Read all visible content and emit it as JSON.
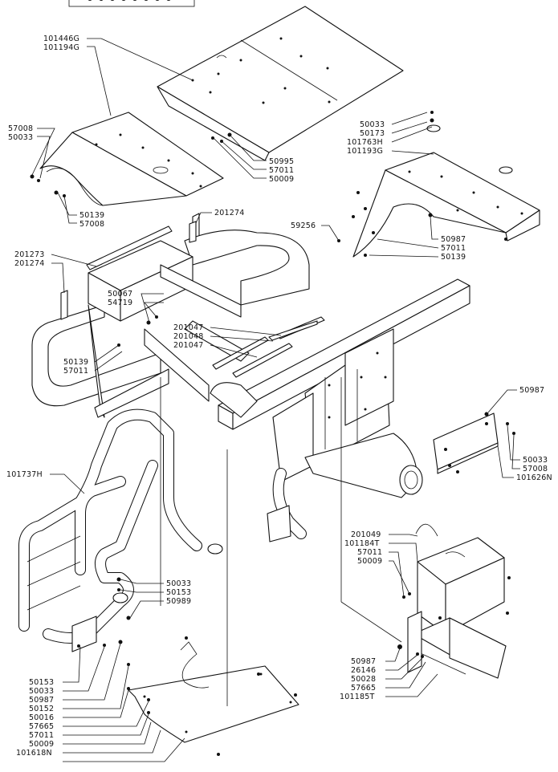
{
  "callouts": [
    {
      "id": "c01",
      "text": "101446G"
    },
    {
      "id": "c02",
      "text": "101194G"
    },
    {
      "id": "c03",
      "text": "57008"
    },
    {
      "id": "c04",
      "text": "50033"
    },
    {
      "id": "c05",
      "text": "50995"
    },
    {
      "id": "c06",
      "text": "57011"
    },
    {
      "id": "c07",
      "text": "50009"
    },
    {
      "id": "c08",
      "text": "50139"
    },
    {
      "id": "c09",
      "text": "57008"
    },
    {
      "id": "c10",
      "text": "201274"
    },
    {
      "id": "c11",
      "text": "50033"
    },
    {
      "id": "c12",
      "text": "50173"
    },
    {
      "id": "c13",
      "text": "101763H"
    },
    {
      "id": "c14",
      "text": "101193G"
    },
    {
      "id": "c15",
      "text": "59256"
    },
    {
      "id": "c16",
      "text": "50987"
    },
    {
      "id": "c17",
      "text": "57011"
    },
    {
      "id": "c18",
      "text": "50139"
    },
    {
      "id": "c19",
      "text": "201273"
    },
    {
      "id": "c20",
      "text": "201274"
    },
    {
      "id": "c21",
      "text": "50067"
    },
    {
      "id": "c22",
      "text": "54719"
    },
    {
      "id": "c23",
      "text": "201047"
    },
    {
      "id": "c24",
      "text": "201048"
    },
    {
      "id": "c25",
      "text": "201047"
    },
    {
      "id": "c26",
      "text": "50139"
    },
    {
      "id": "c27",
      "text": "57011"
    },
    {
      "id": "c28",
      "text": "50987"
    },
    {
      "id": "c29",
      "text": "50033"
    },
    {
      "id": "c30",
      "text": "57008"
    },
    {
      "id": "c31",
      "text": "101626N"
    },
    {
      "id": "c32",
      "text": "101737H"
    },
    {
      "id": "c33",
      "text": "201049"
    },
    {
      "id": "c34",
      "text": "101184T"
    },
    {
      "id": "c35",
      "text": "57011"
    },
    {
      "id": "c36",
      "text": "50009"
    },
    {
      "id": "c37",
      "text": "50033"
    },
    {
      "id": "c38",
      "text": "50153"
    },
    {
      "id": "c39",
      "text": "50989"
    },
    {
      "id": "c40",
      "text": "50153"
    },
    {
      "id": "c41",
      "text": "50033"
    },
    {
      "id": "c42",
      "text": "50987"
    },
    {
      "id": "c43",
      "text": "50152"
    },
    {
      "id": "c44",
      "text": "50016"
    },
    {
      "id": "c45",
      "text": "57665"
    },
    {
      "id": "c46",
      "text": "57011"
    },
    {
      "id": "c47",
      "text": "50009"
    },
    {
      "id": "c48",
      "text": "101618N"
    },
    {
      "id": "c49",
      "text": "50987"
    },
    {
      "id": "c50",
      "text": "26146"
    },
    {
      "id": "c51",
      "text": "50028"
    },
    {
      "id": "c52",
      "text": "57665"
    },
    {
      "id": "c53",
      "text": "101185T"
    }
  ]
}
